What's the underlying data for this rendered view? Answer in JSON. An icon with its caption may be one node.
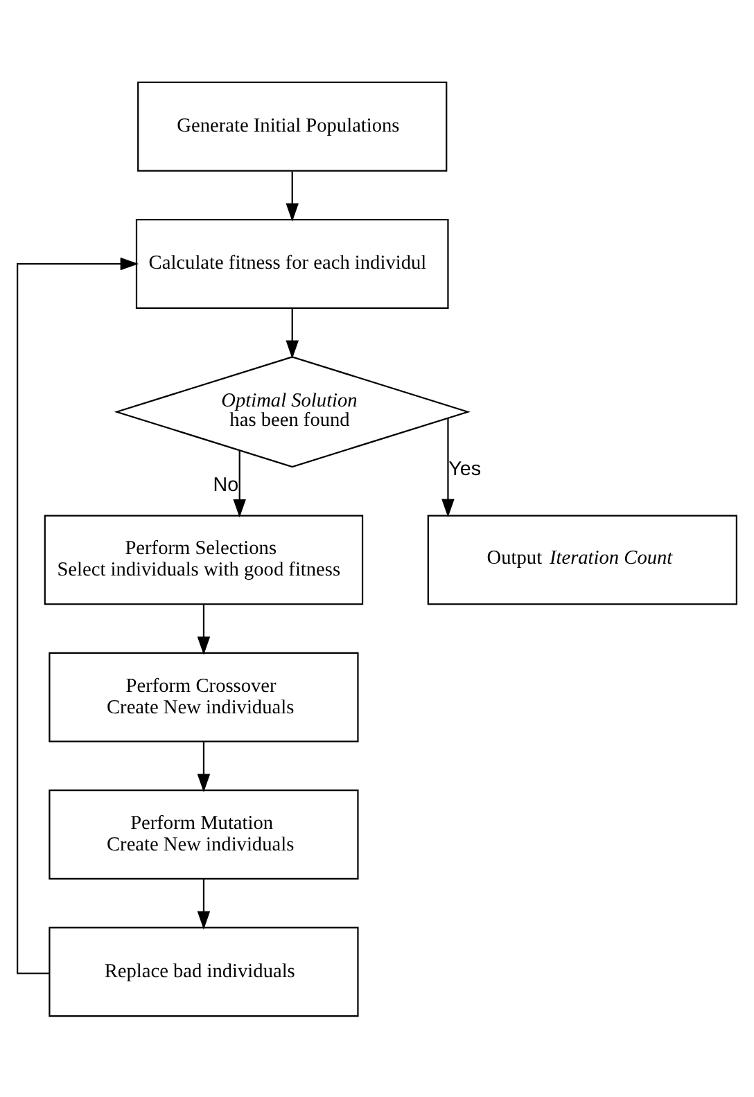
{
  "diagram": {
    "nodes": [
      {
        "text": [
          "Generate Initial Populations"
        ]
      },
      {
        "text": [
          "Calculate fitness for each individul"
        ]
      },
      {
        "text": [
          "*Optimal Solution*",
          "has been found"
        ]
      },
      {
        "text": [
          "Perform Selections",
          "Select individuals with good fitness"
        ]
      },
      {
        "text": [
          "Output *Iteration Count*"
        ]
      },
      {
        "text": [
          "Perform Crossover",
          "Create New individuals"
        ]
      },
      {
        "text": [
          "Perform Mutation",
          "Create New individuals"
        ]
      },
      {
        "text": [
          "Replace bad individuals"
        ]
      }
    ],
    "edges": [
      {
        "from": 0,
        "to": 1,
        "arrow": "to"
      },
      {
        "from": 1,
        "to": 2,
        "arrow": "to"
      },
      {
        "from": 2,
        "to": 3,
        "arrow": "to",
        "label": "No"
      },
      {
        "from": 2,
        "to": 4,
        "arrow": "to",
        "label": "Yes"
      },
      {
        "from": 3,
        "to": 5,
        "arrow": "to"
      },
      {
        "from": 5,
        "to": 6,
        "arrow": "to"
      },
      {
        "from": 6,
        "to": 7,
        "arrow": "to"
      },
      {
        "from": 7,
        "to": 1,
        "arrow": "to"
      }
    ]
  }
}
